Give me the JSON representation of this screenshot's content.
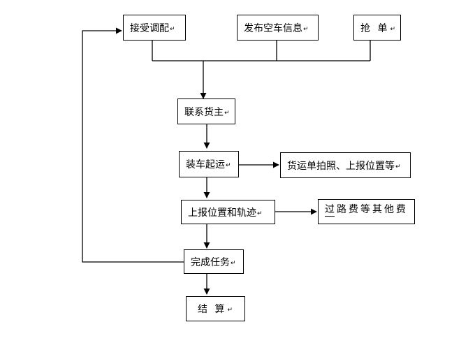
{
  "nodes": {
    "accept_dispatch": "接受调配",
    "publish_empty_truck": "发布空车信息",
    "grab_order": "抢 单",
    "contact_shipper": "联系货主",
    "load_depart": "装车起运",
    "photo_report": "货运单拍照、上报位置等",
    "report_track": "上报位置和轨迹",
    "other_fees": "过路费等其他费",
    "complete_task": "完成任务",
    "settle": "结 算"
  },
  "return_mark": "↵",
  "colors": {
    "line": "#000000",
    "background": "#ffffff"
  }
}
